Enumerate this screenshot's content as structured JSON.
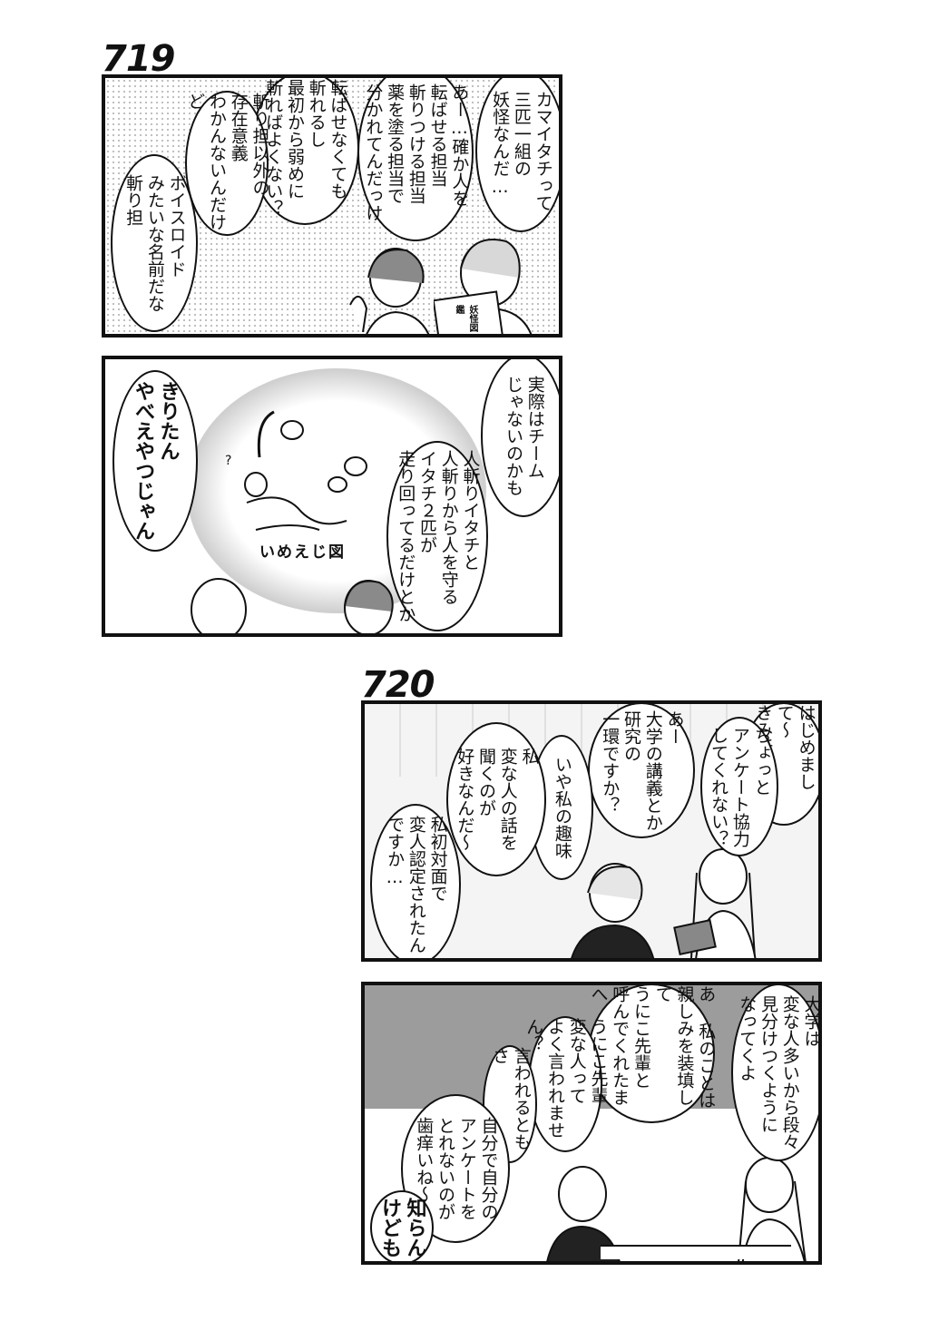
{
  "strips": [
    {
      "number": "719",
      "panel1": {
        "b1": "カマイタチって\n三匹一組の\n妖怪なんだ…",
        "b2": "あー…確か人を\n転ばせる担当\n斬りつける担当\n薬を塗る担当で\n分かれてんだっけ",
        "b3": "転ばせなくても\n斬れるし\n最初から弱めに\n斬ればよくない？",
        "b4": "斬り担以外の\n存在意義\nわかんないんだけど",
        "b5": "ボイスロイド\nみたいな名前だな\n斬り担",
        "book": "妖怪図鑑"
      },
      "panel2": {
        "b1": "実際はチーム\nじゃないのかも",
        "b2": "人斬りイタチと\n人斬りから人を守る\nイタチ２匹が\n走り回ってるだけとか",
        "b3": "きりたん\nやべえやつじゃん",
        "caption": "いめえじ図",
        "q": "?"
      }
    },
    {
      "number": "720",
      "panel1": {
        "b1": "はじめまして〜\nきみ新入生？",
        "b2": "ちょっと\nアンケート協力\nしてくれない？",
        "b3": "あー\n大学の講義とか\n研究の\n一環ですか？",
        "b4": "いや私の趣味",
        "b5": "私\n変な人の話を\n聞くのが\n好きなんだ〜",
        "b6": "私初対面で\n変人認定されたん\nですか…"
      },
      "panel2": {
        "b1": "大学は\n変な人多いから段々\n見分けつくように\nなってくよ",
        "b2": "あ 私のことは\n親しみを装填して\nうにこ先輩と\n呼んでくれたまへ",
        "b3": "うにこ先輩\n変な人って\nよく言われません？",
        "b4": "言われるともさ",
        "b5": "自分で自分の\nアンケートを\nとれないのが\n歯痒いね〜",
        "b6": "知らん\nけども"
      }
    }
  ]
}
